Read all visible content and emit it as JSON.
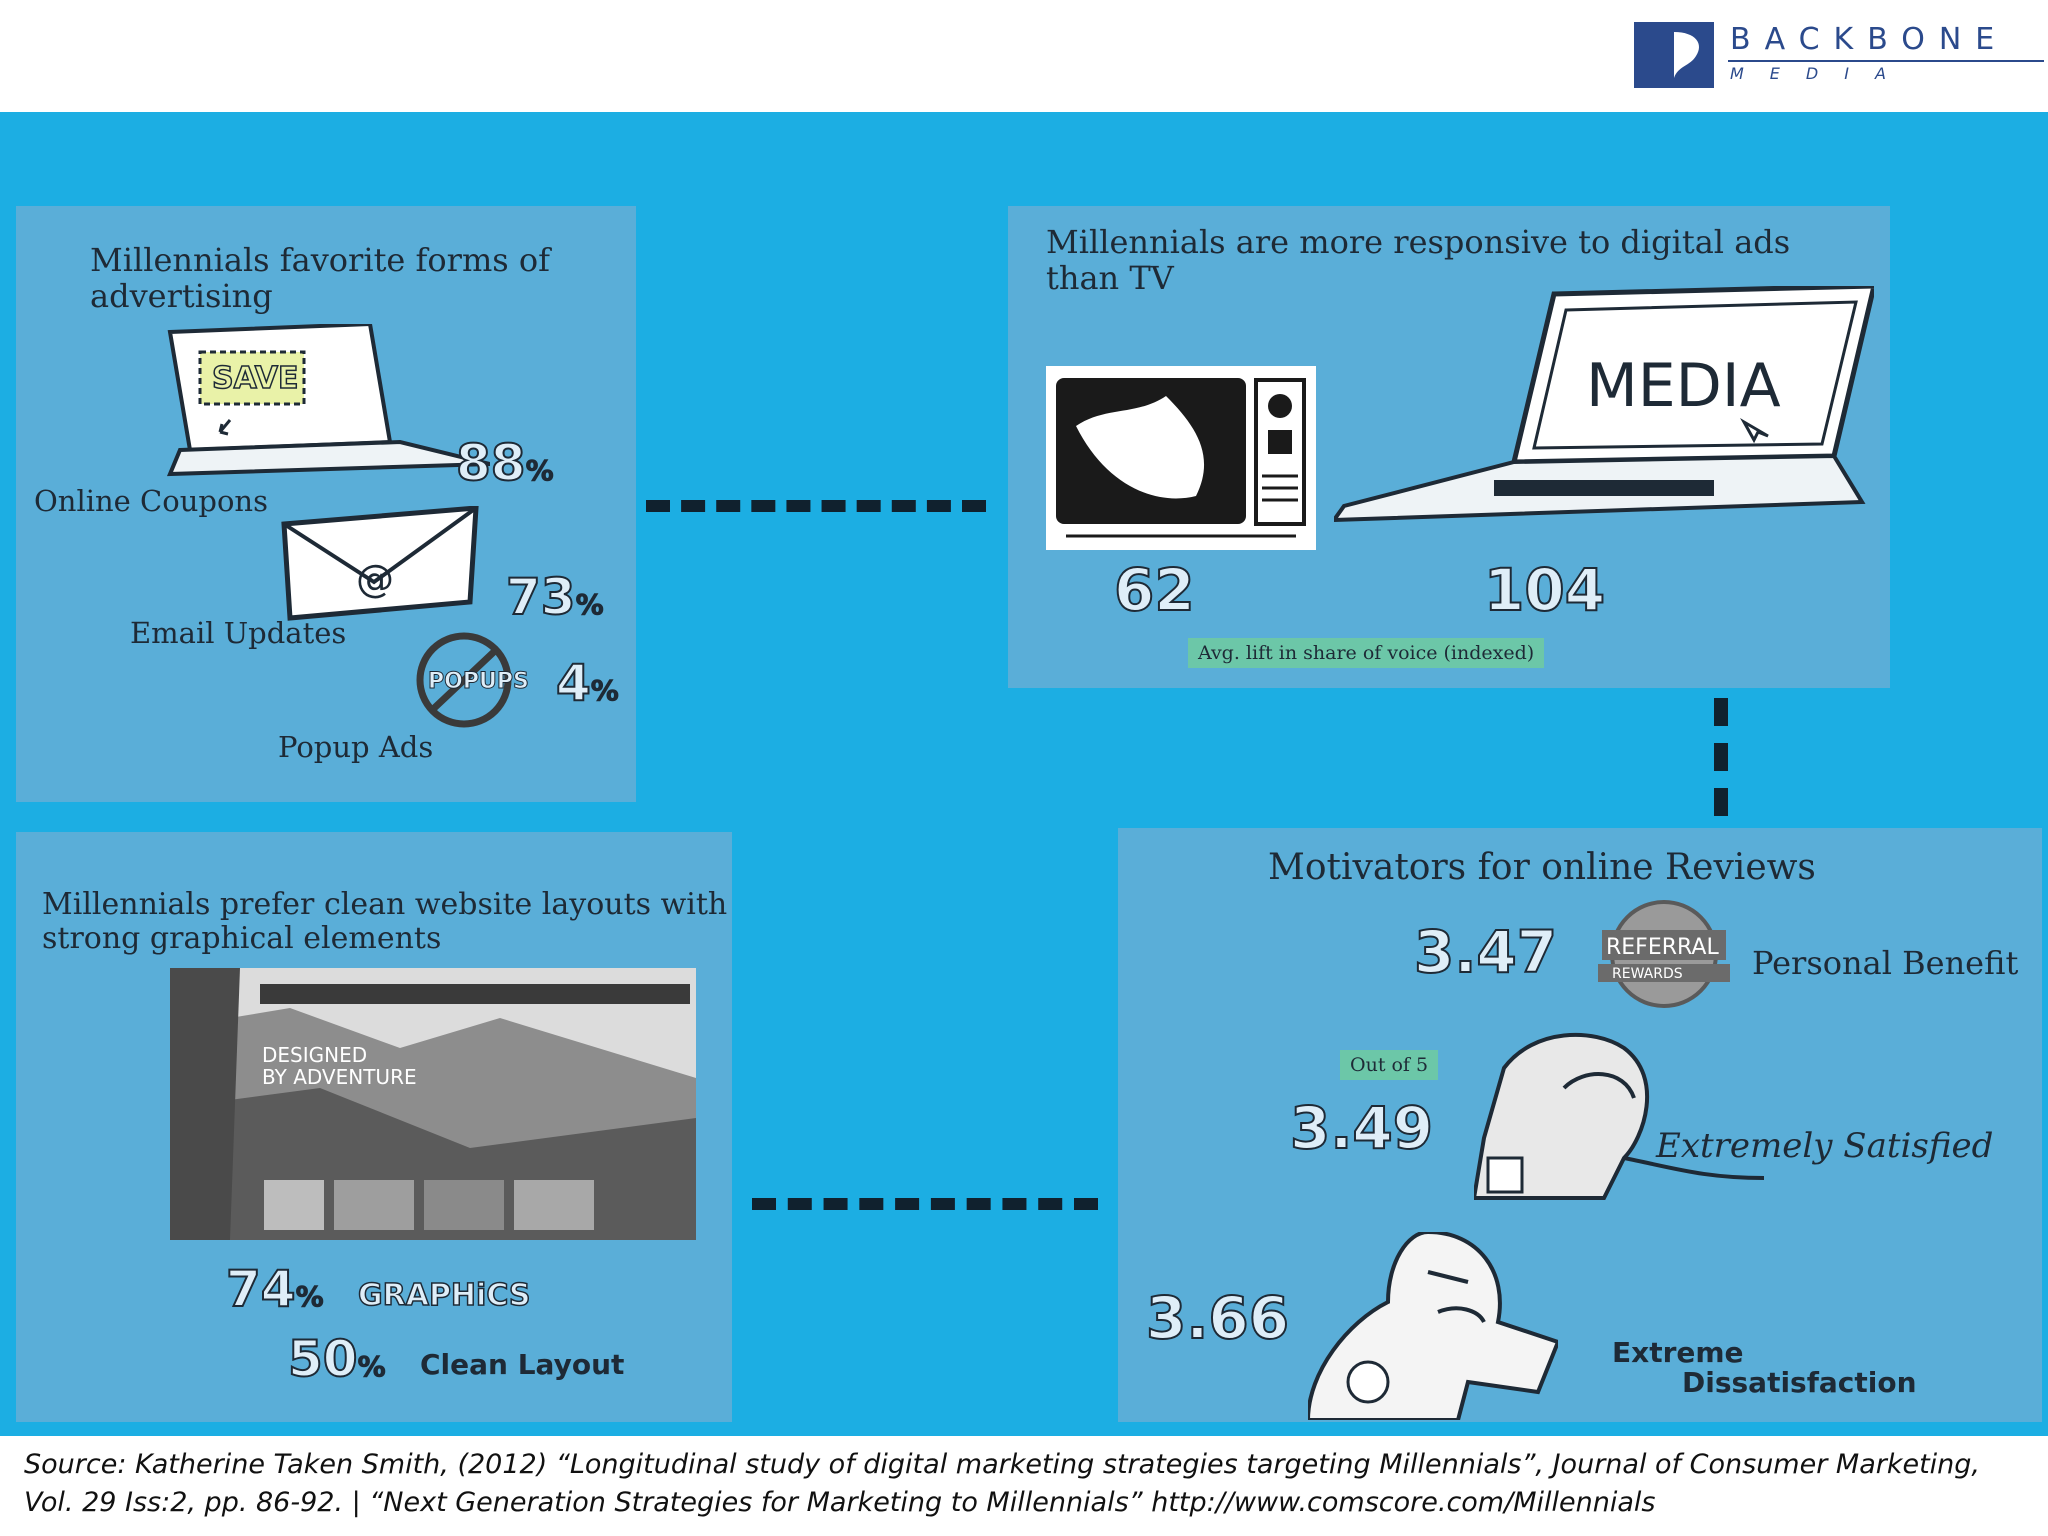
{
  "brand": {
    "line1": "BACKBONE",
    "line2": "MEDIA",
    "color": "#2b4a8c"
  },
  "colors": {
    "background": "#1caee3",
    "panel": "#5aaed8",
    "tag": "#6cc7a8"
  },
  "panel_advertising": {
    "title": "Millennials favorite forms of advertising",
    "laptop_screen_text": "SAVE",
    "items": [
      {
        "label": "Online Coupons",
        "value": "88",
        "unit": "%"
      },
      {
        "label": "Email Updates",
        "value": "73",
        "unit": "%"
      },
      {
        "label": "Popup Ads",
        "value": "4",
        "unit": "%"
      }
    ],
    "popup_icon_text": "POPUPS"
  },
  "panel_digital": {
    "title": "Millennials are more responsive to digital ads than TV",
    "laptop_screen_text": "MEDIA",
    "tv_value": "62",
    "digital_value": "104",
    "note": "Avg. lift in share of voice (indexed)"
  },
  "panel_layout": {
    "title": "Millennials prefer clean website layouts with strong graphical elements",
    "screenshot_headline_1": "DESIGNED",
    "screenshot_headline_2": "BY ADVENTURE",
    "graphics_value": "74",
    "graphics_label": "GRAPHiCS",
    "clean_value": "50",
    "clean_label": "Clean Layout",
    "unit": "%"
  },
  "panel_reviews": {
    "title": "Motivators for online Reviews",
    "seal_line1": "REFERRAL",
    "seal_line2": "REWARDS",
    "out_of": "Out of 5",
    "items": [
      {
        "value": "3.47",
        "label": "Personal Benefit"
      },
      {
        "value": "3.49",
        "label": "Extremely Satisfied"
      },
      {
        "value": "3.66",
        "label_line1": "Extreme",
        "label_line2": "Dissatisfaction"
      }
    ]
  },
  "source": "Source: Katherine Taken Smith, (2012) “Longitudinal study of digital marketing strategies targeting Millennials”, Journal of Consumer Marketing, Vol. 29 Iss:2, pp. 86-92. | “Next Generation Strategies for Marketing to Millennials” http://www.comscore.com/Millennials"
}
